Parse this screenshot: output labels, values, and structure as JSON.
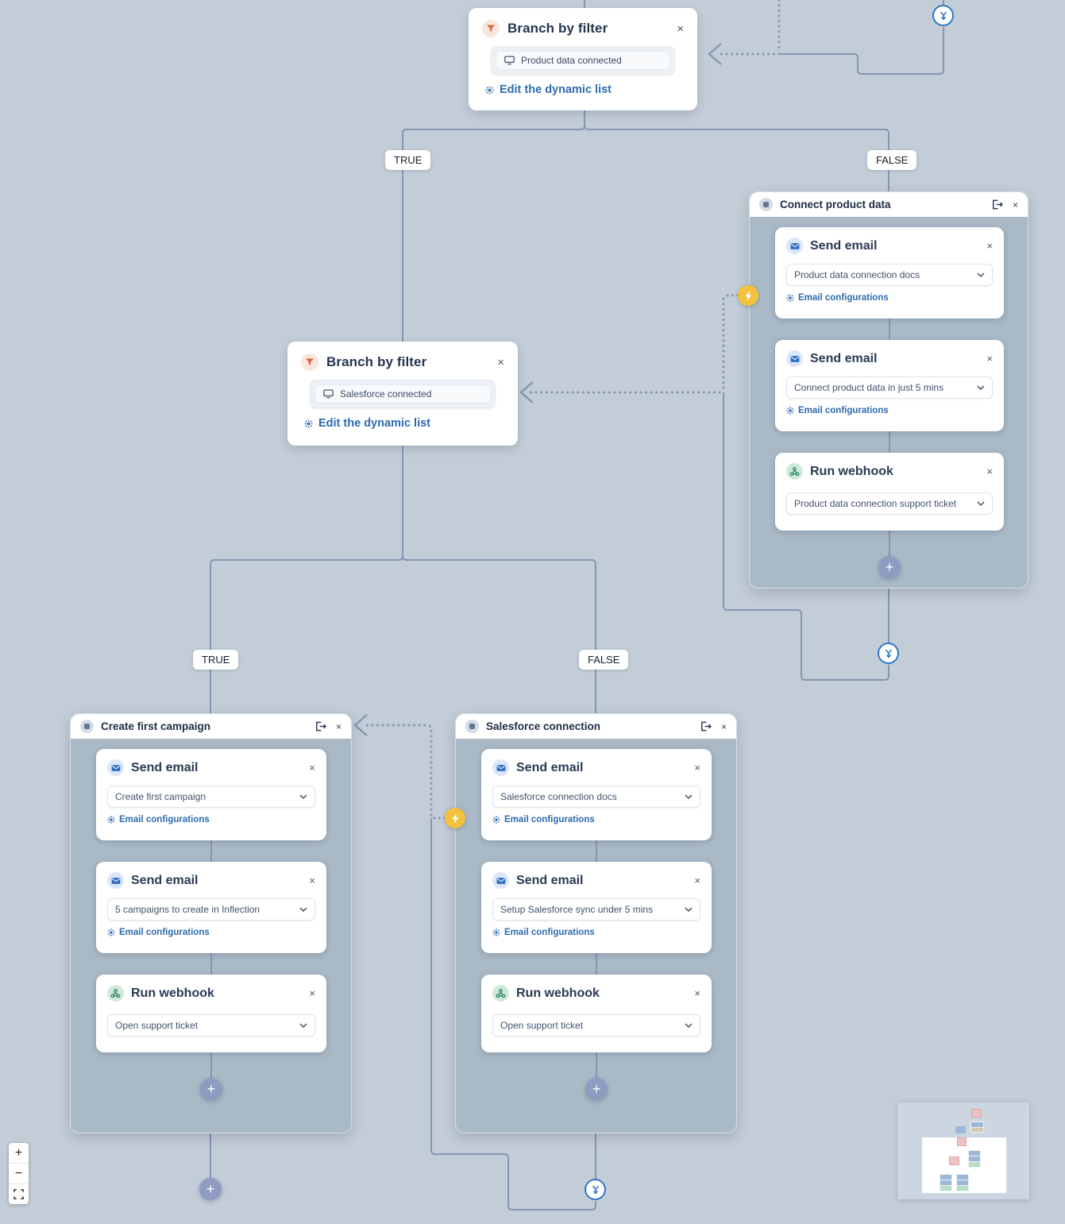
{
  "labels": {
    "true": "TRUE",
    "false": "FALSE"
  },
  "branches": [
    {
      "title": "Branch by filter",
      "filter": "Product data connected",
      "edit_link": "Edit the dynamic list"
    },
    {
      "title": "Branch by filter",
      "filter": "Salesforce connected",
      "edit_link": "Edit the dynamic list"
    }
  ],
  "groups": [
    {
      "title": "Connect product data",
      "cards": [
        {
          "type": "Send email",
          "selection": "Product data connection docs",
          "config": "Email configurations"
        },
        {
          "type": "Send email",
          "selection": "Connect product data in just 5 mins",
          "config": "Email configurations"
        },
        {
          "type": "Run webhook",
          "selection": "Product data connection support ticket"
        }
      ]
    },
    {
      "title": "Create first campaign",
      "cards": [
        {
          "type": "Send email",
          "selection": "Create first campaign",
          "config": "Email configurations"
        },
        {
          "type": "Send email",
          "selection": "5 campaigns to create in Inflection",
          "config": "Email configurations"
        },
        {
          "type": "Run webhook",
          "selection": "Open support ticket"
        }
      ]
    },
    {
      "title": "Salesforce connection",
      "cards": [
        {
          "type": "Send email",
          "selection": "Salesforce connection docs",
          "config": "Email configurations"
        },
        {
          "type": "Send email",
          "selection": "Setup Salesforce sync under 5 mins",
          "config": "Email configurations"
        },
        {
          "type": "Run webhook",
          "selection": "Open support ticket"
        }
      ]
    }
  ],
  "controls": {
    "zoom_in": "+",
    "zoom_out": "−",
    "close": "×",
    "add": "+"
  },
  "colors": {
    "canvas": "#c3cdd7",
    "group_body": "#a9b9c6",
    "connector": "#8795b2",
    "accent_link": "#2e6bb0",
    "merge_ring": "#2e77c5",
    "lightning": "#f2c23d",
    "plus_button": "#8e9cc1",
    "email_icon": "#2f6fc1",
    "webhook_icon": "#1e7d52",
    "filter_icon": "#e2613d"
  }
}
